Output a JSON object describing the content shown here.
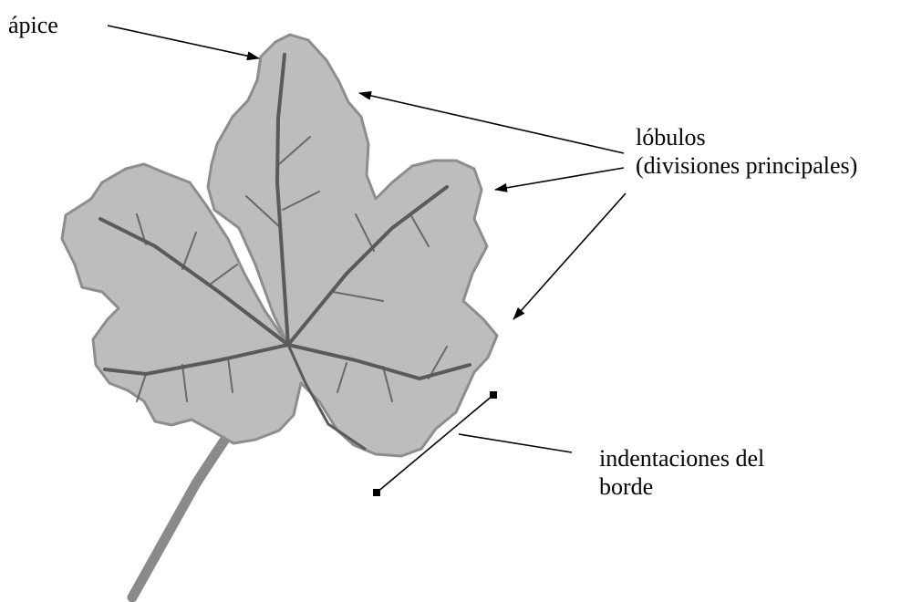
{
  "labels": {
    "apex": "ápice",
    "lobes_line1": "lóbulos",
    "lobes_line2": "(divisiones principales)",
    "indent_line1": "indentaciones del",
    "indent_line2": "borde"
  },
  "colors": {
    "leaf_fill": "#bdbdbd",
    "leaf_edge": "#8d8d8d",
    "vein": "#5a5a5a",
    "stem": "#8a8a8a",
    "arrow": "#000000",
    "text": "#000000"
  }
}
